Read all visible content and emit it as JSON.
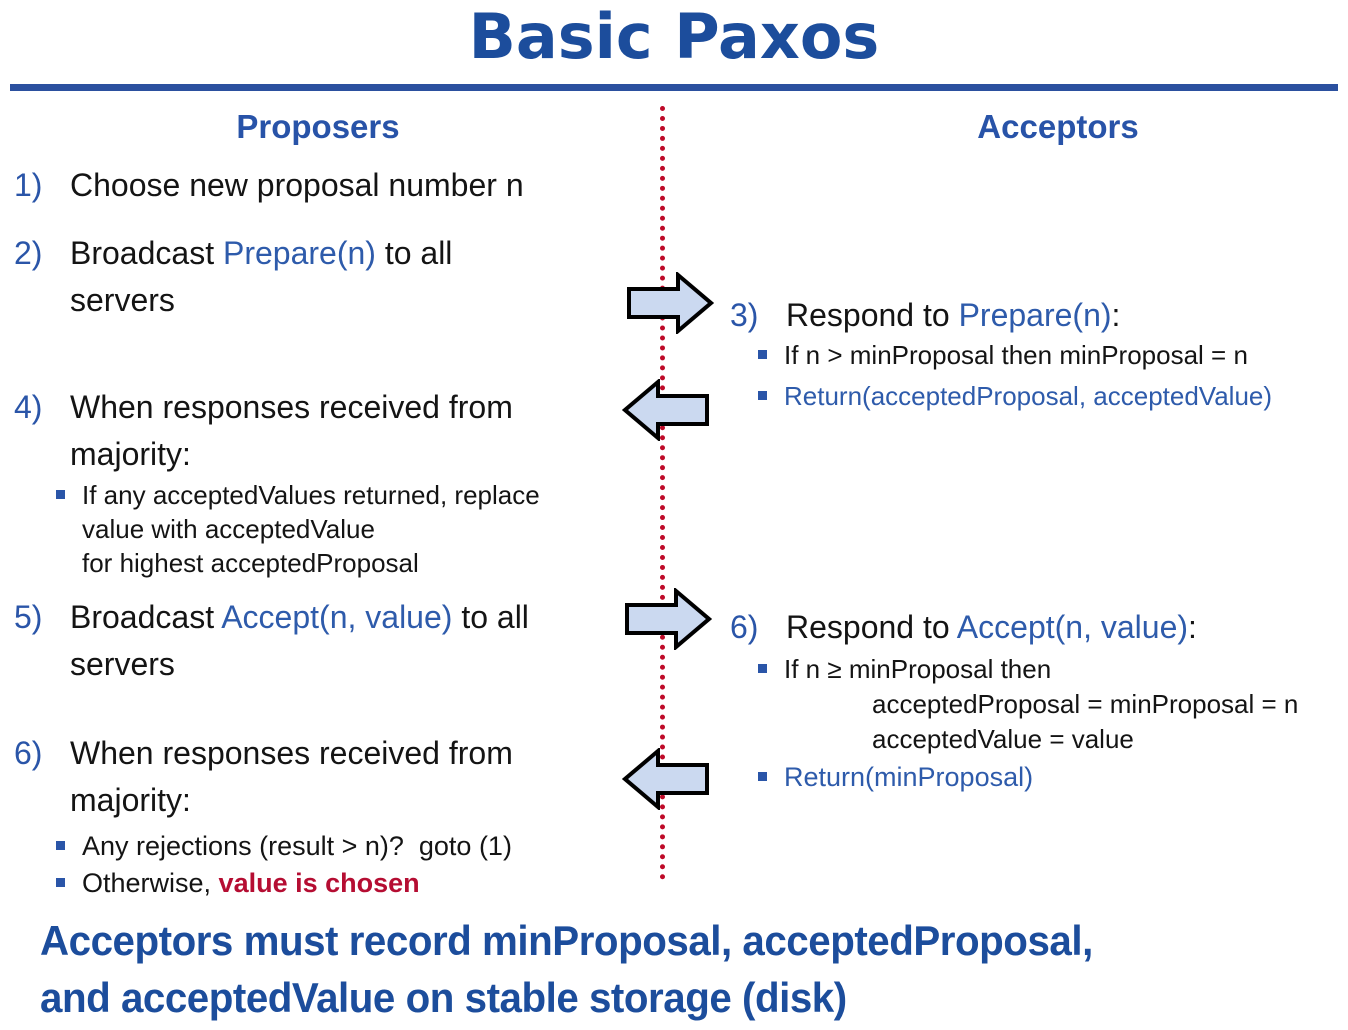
{
  "title": "Basic Paxos",
  "headers": {
    "left": "Proposers",
    "right": "Acceptors"
  },
  "proposers": {
    "s1_num": "1)",
    "s1_text": "Choose new proposal number n",
    "s2_num": "2)",
    "s2_pre": "Broadcast ",
    "s2_kw": "Prepare(n)",
    "s2_post": " to all",
    "s2_line2": "servers",
    "s4_num": "4)",
    "s4_line1": "When responses received from",
    "s4_line2": "majority:",
    "s4_b1_l1": "If any acceptedValues returned, replace",
    "s4_b1_l2": "value with acceptedValue",
    "s4_b1_l3": "for highest acceptedProposal",
    "s5_num": "5)",
    "s5_pre": "Broadcast ",
    "s5_kw": "Accept(n, value)",
    "s5_post": " to all",
    "s5_line2": "servers",
    "s6_num": "6)",
    "s6_line1": "When responses received from",
    "s6_line2": "majority:",
    "s6_b1": "Any rejections (result > n)?  goto (1)",
    "s6_b2_pre": "Otherwise, ",
    "s6_b2_red": "value is chosen"
  },
  "acceptors": {
    "s3_num": "3)",
    "s3_pre": "Respond to ",
    "s3_kw": "Prepare(n)",
    "s3_post": ":",
    "s3_b1": "If n > minProposal then minProposal = n",
    "s3_b2": "Return(acceptedProposal, acceptedValue)",
    "s6_num": "6)",
    "s6_pre": "Respond to ",
    "s6_kw": "Accept(n, value)",
    "s6_post": ":",
    "s6_b1_l1": "If n ≥ minProposal then",
    "s6_b1_l2": "acceptedProposal = minProposal = n",
    "s6_b1_l3": "acceptedValue = value",
    "s6_b2": "Return(minProposal)"
  },
  "footer": {
    "line1": "Acceptors must record minProposal, acceptedProposal,",
    "line2": "and acceptedValue on stable storage (disk)"
  },
  "icons": {
    "flow_right": "arrow-right-icon",
    "flow_left": "arrow-left-icon"
  },
  "colors": {
    "title_blue": "#1c4d9c",
    "header_blue": "#2853a8",
    "keyword_blue": "#2e5bab",
    "number_blue": "#2a55a8",
    "emphasis_red": "#b50d32",
    "divider_red": "#be0a28",
    "arrow_fill": "#cbd9f0",
    "arrow_stroke": "#000000"
  }
}
